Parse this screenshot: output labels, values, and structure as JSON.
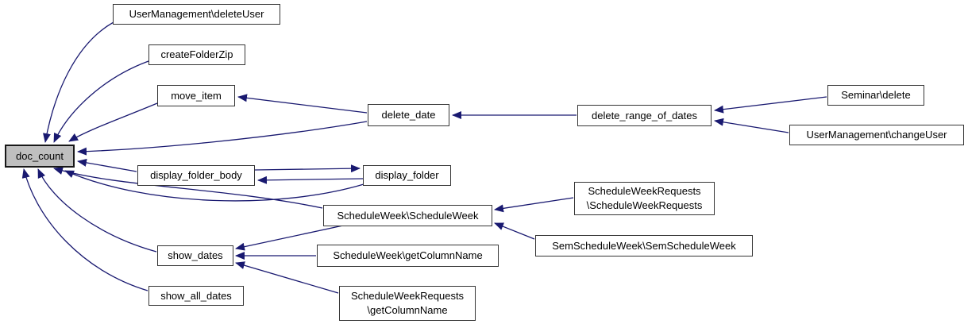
{
  "diagram": {
    "type": "doxygen-caller-graph",
    "focus_node": "doc_count",
    "colors": {
      "edge": "#191970",
      "node_border": "#353535",
      "node_fill": "#ffffff",
      "focus_node_fill": "#bfbfbf",
      "background": "#ffffff",
      "text": "#000000"
    },
    "nodes": [
      {
        "id": "doc_count",
        "label": "doc_count",
        "focus": true
      },
      {
        "id": "delete_user",
        "label": "UserManagement\\deleteUser"
      },
      {
        "id": "create_folder_zip",
        "label": "createFolderZip"
      },
      {
        "id": "move_item",
        "label": "move_item"
      },
      {
        "id": "delete_date",
        "label": "delete_date"
      },
      {
        "id": "delete_range_of_dates",
        "label": "delete_range_of_dates"
      },
      {
        "id": "seminar_delete",
        "label": "Seminar\\delete"
      },
      {
        "id": "change_user",
        "label": "UserManagement\\changeUser"
      },
      {
        "id": "display_folder_body",
        "label": "display_folder_body"
      },
      {
        "id": "display_folder",
        "label": "display_folder"
      },
      {
        "id": "schedule_week",
        "label": "ScheduleWeek\\ScheduleWeek"
      },
      {
        "id": "schedule_week_requests",
        "label": "ScheduleWeekRequests\n\\ScheduleWeekRequests"
      },
      {
        "id": "sem_schedule_week",
        "label": "SemScheduleWeek\\SemScheduleWeek"
      },
      {
        "id": "show_dates",
        "label": "show_dates"
      },
      {
        "id": "sw_get_column_name",
        "label": "ScheduleWeek\\getColumnName"
      },
      {
        "id": "show_all_dates",
        "label": "show_all_dates"
      },
      {
        "id": "swr_get_column_name",
        "label": "ScheduleWeekRequests\n\\getColumnName"
      }
    ],
    "edges": [
      {
        "from": "UserManagement\\deleteUser",
        "to": "doc_count"
      },
      {
        "from": "createFolderZip",
        "to": "doc_count"
      },
      {
        "from": "move_item",
        "to": "doc_count"
      },
      {
        "from": "delete_date",
        "to": "move_item"
      },
      {
        "from": "delete_date",
        "to": "doc_count"
      },
      {
        "from": "delete_range_of_dates",
        "to": "delete_date"
      },
      {
        "from": "Seminar\\delete",
        "to": "delete_range_of_dates"
      },
      {
        "from": "UserManagement\\changeUser",
        "to": "delete_range_of_dates"
      },
      {
        "from": "display_folder_body",
        "to": "doc_count"
      },
      {
        "from": "display_folder_body",
        "to": "display_folder"
      },
      {
        "from": "display_folder",
        "to": "display_folder_body"
      },
      {
        "from": "display_folder",
        "to": "doc_count"
      },
      {
        "from": "ScheduleWeek\\ScheduleWeek",
        "to": "doc_count"
      },
      {
        "from": "ScheduleWeek\\ScheduleWeek",
        "to": "show_dates"
      },
      {
        "from": "ScheduleWeekRequests\\ScheduleWeekRequests",
        "to": "ScheduleWeek\\ScheduleWeek"
      },
      {
        "from": "SemScheduleWeek\\SemScheduleWeek",
        "to": "ScheduleWeek\\ScheduleWeek"
      },
      {
        "from": "ScheduleWeek\\getColumnName",
        "to": "show_dates"
      },
      {
        "from": "ScheduleWeekRequests\\getColumnName",
        "to": "show_dates"
      },
      {
        "from": "show_dates",
        "to": "doc_count"
      },
      {
        "from": "show_all_dates",
        "to": "doc_count"
      }
    ]
  }
}
